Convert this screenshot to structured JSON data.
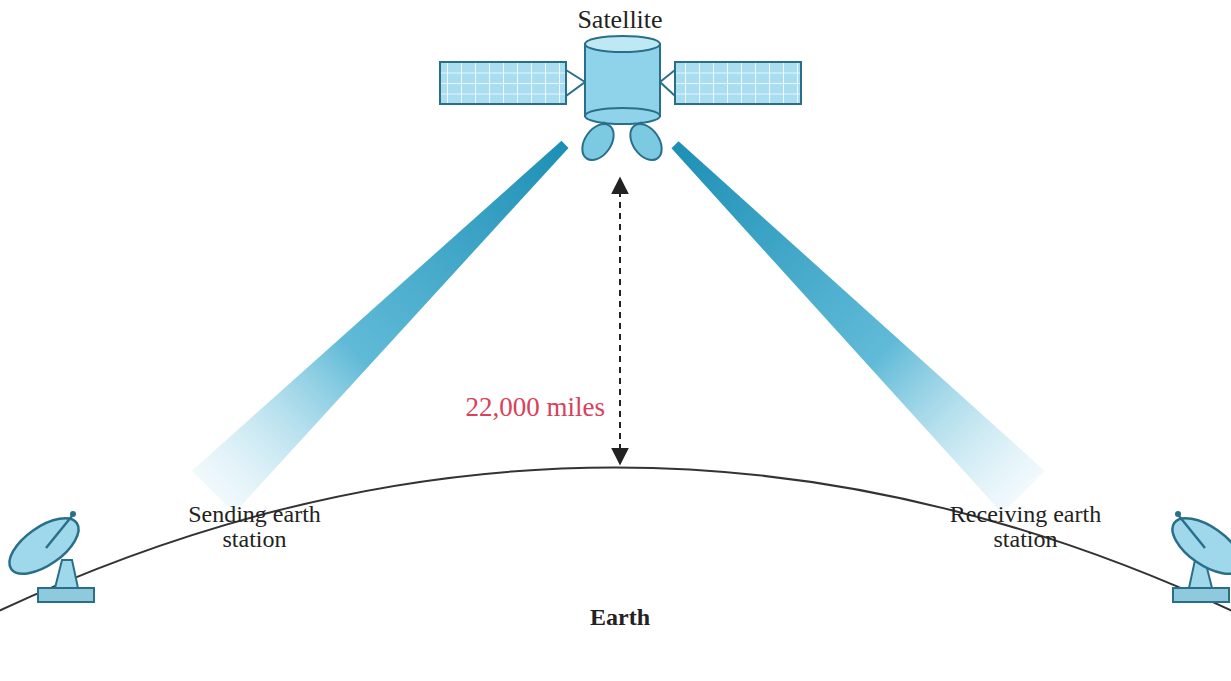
{
  "diagram": {
    "nodes": [
      {
        "text": [
          "Satellite"
        ]
      },
      {
        "text": [
          "Sending earth station"
        ]
      },
      {
        "text": [
          "Receiving earth station"
        ]
      }
    ],
    "edges": [
      {
        "from": 1,
        "to": 0,
        "arrow": "none"
      },
      {
        "from": 0,
        "to": 2,
        "arrow": "none"
      }
    ],
    "labels": [
      "22,000 miles",
      "Earth"
    ]
  }
}
